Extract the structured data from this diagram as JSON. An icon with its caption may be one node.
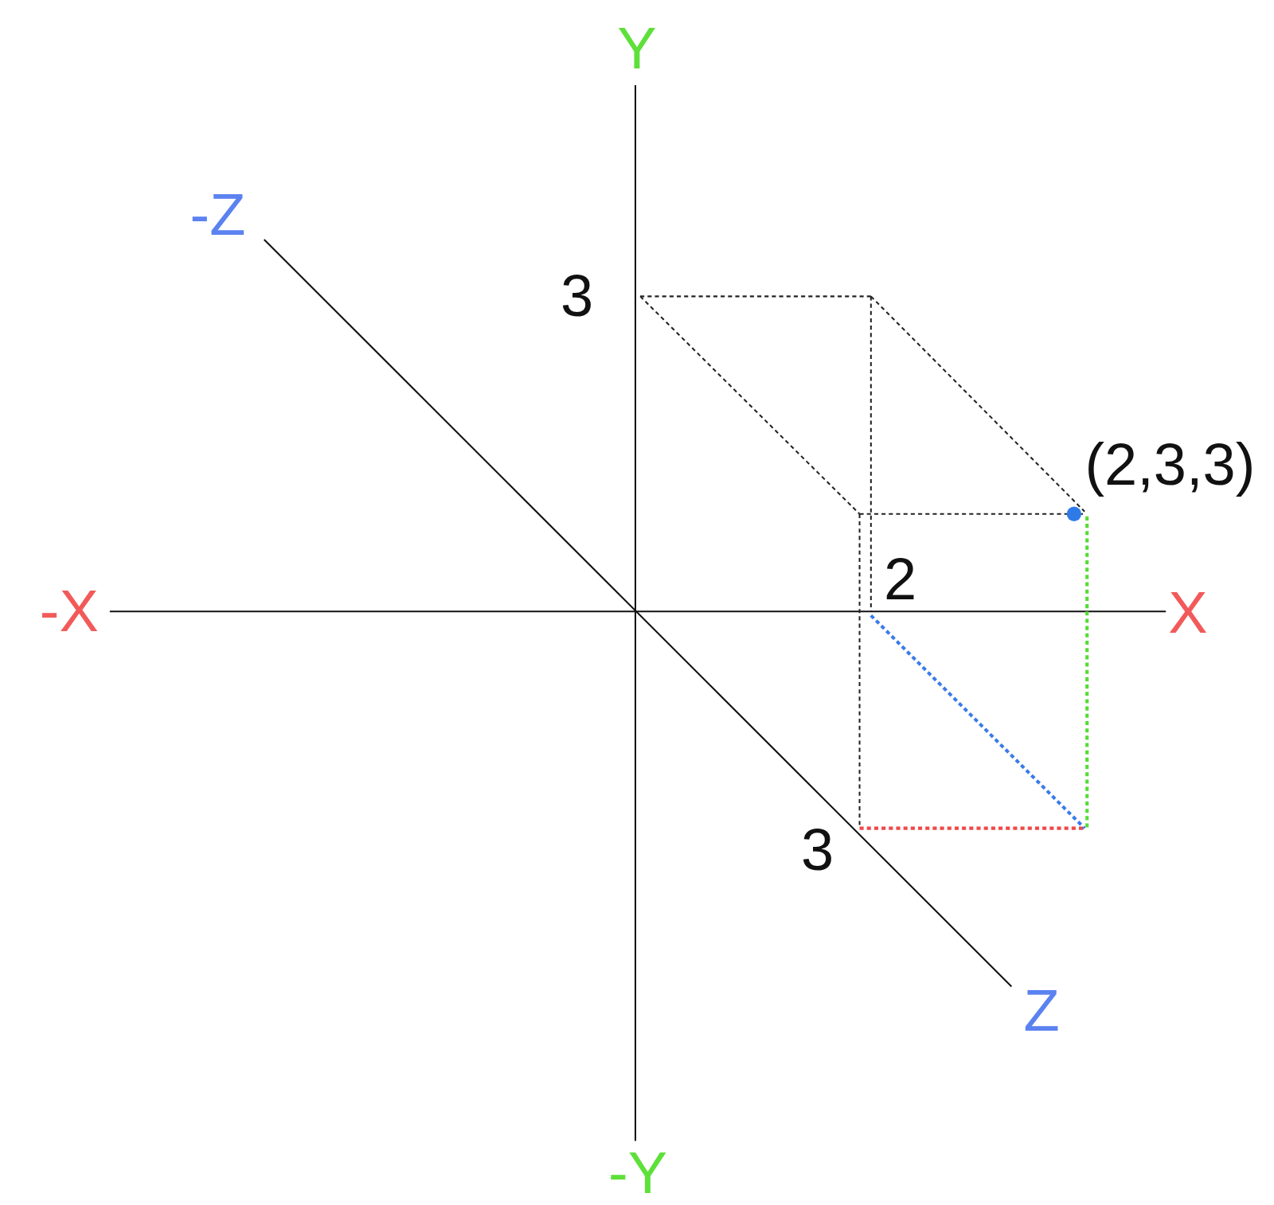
{
  "diagram": {
    "labels": [
      "Y",
      "-Z",
      "3",
      "(2,3,3)",
      "2",
      "-X",
      "X",
      "3",
      "Z",
      "-Y"
    ]
  }
}
